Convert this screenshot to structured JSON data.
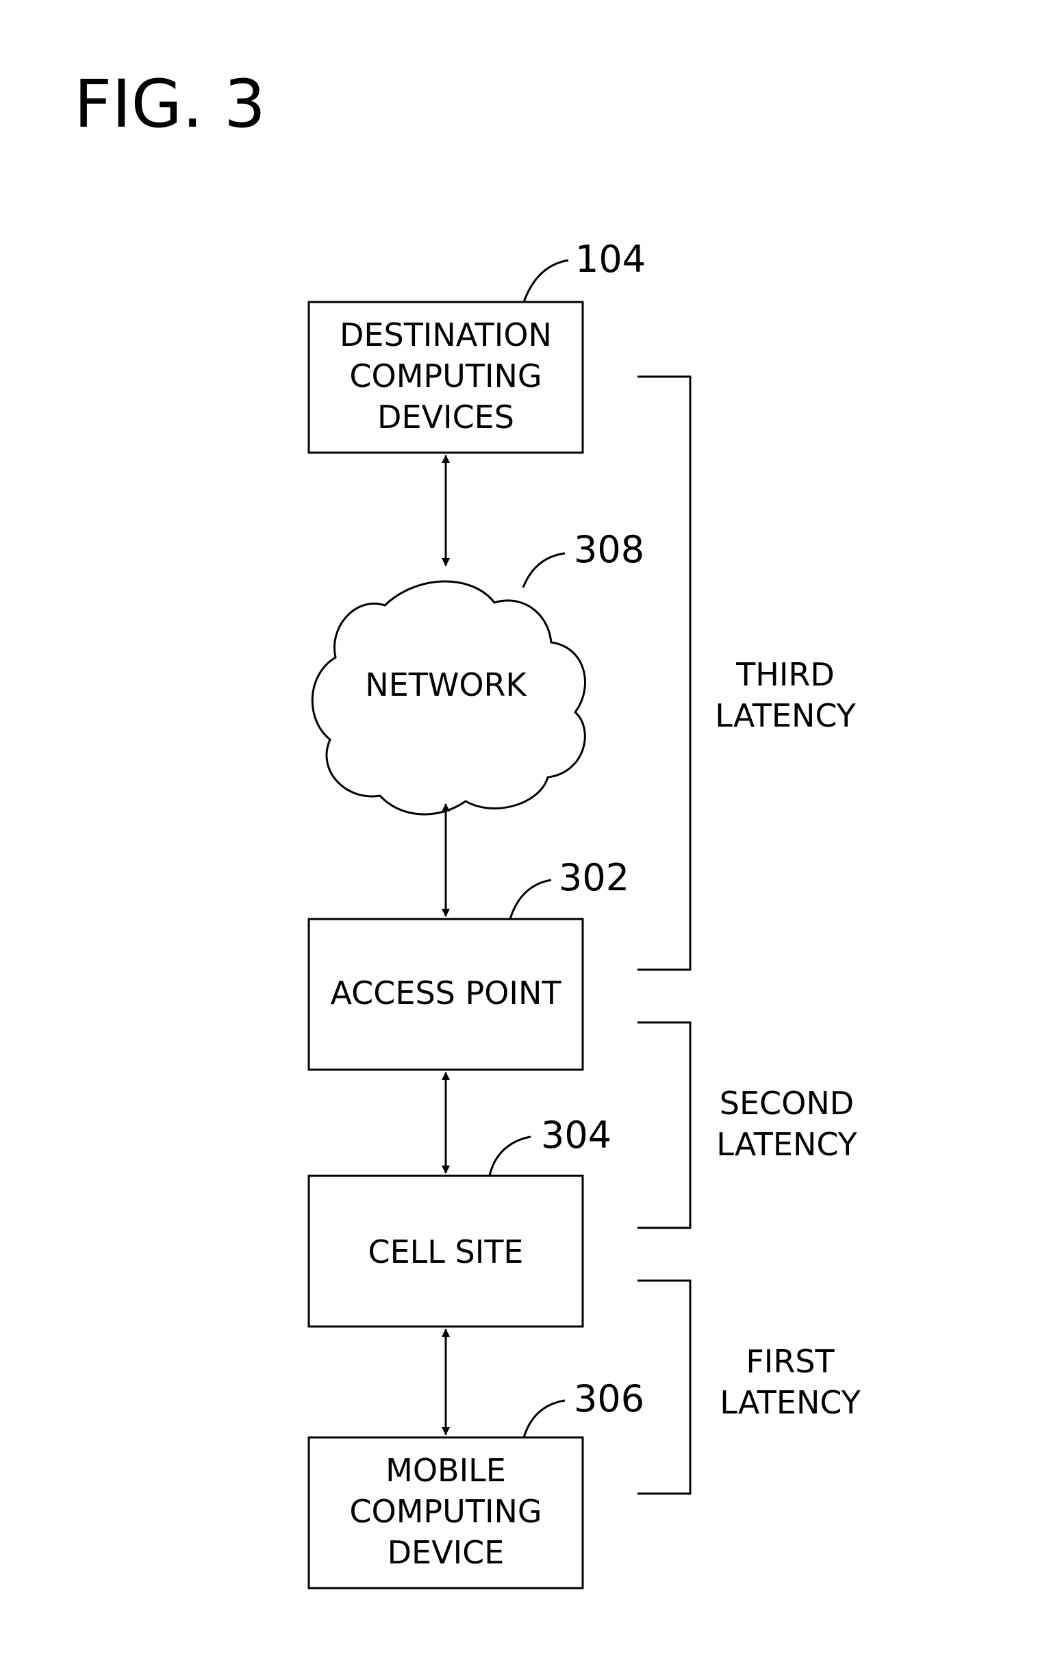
{
  "figure": {
    "title": "FIG. 3"
  },
  "nodes": {
    "destination": {
      "ref": "104",
      "lines": [
        "DESTINATION",
        "COMPUTING",
        "DEVICES"
      ]
    },
    "network": {
      "ref": "308",
      "label": "NETWORK"
    },
    "access_point": {
      "ref": "302",
      "label": "ACCESS POINT"
    },
    "cell_site": {
      "ref": "304",
      "label": "CELL SITE"
    },
    "mobile": {
      "ref": "306",
      "lines": [
        "MOBILE",
        "COMPUTING",
        "DEVICE"
      ]
    }
  },
  "latencies": {
    "third": [
      "THIRD",
      "LATENCY"
    ],
    "second": [
      "SECOND",
      "LATENCY"
    ],
    "first": [
      "FIRST",
      "LATENCY"
    ]
  },
  "colors": {
    "ink": "#000000",
    "background": "#ffffff"
  }
}
